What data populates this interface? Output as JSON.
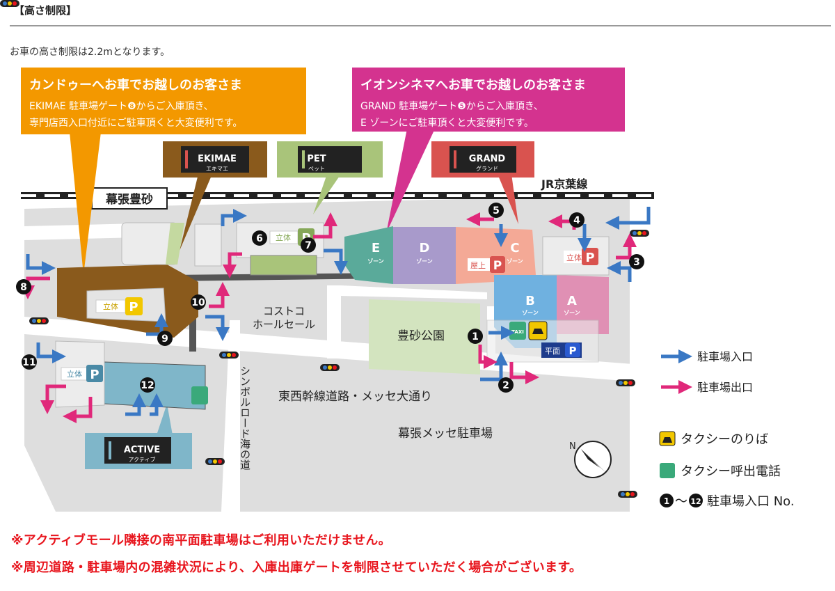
{
  "header": {
    "section_title": "【高さ制限】",
    "intro": "お車の高さ制限は2.2mとなります。"
  },
  "callouts": {
    "candoo": {
      "title": "カンドゥーへお車でお越しのお客さま",
      "line1": "EKIMAE 駐車場ゲート❽からご入庫頂き、",
      "line2": "専門店西入口付近にご駐車頂くと大変便利です。"
    },
    "cinema": {
      "title": "イオンシネマへお車でお越しのお客さま",
      "line1": "GRAND 駐車場ゲート❺からご入庫頂き、",
      "line2": "E ゾーンにご駐車頂くと大変便利です。"
    }
  },
  "mall_tags": {
    "ekimae": {
      "name": "EKIMAE",
      "kana": "エキマエ"
    },
    "pet": {
      "name": "PET",
      "kana": "ペット"
    },
    "grand": {
      "name": "GRAND",
      "kana": "グランド"
    },
    "active": {
      "name": "ACTIVE",
      "kana": "アクティブ"
    }
  },
  "rail": {
    "line": "JR京葉線",
    "station": "幕張豊砂"
  },
  "zones": [
    {
      "letter": "E",
      "sub": "ゾーン"
    },
    {
      "letter": "D",
      "sub": "ゾーン"
    },
    {
      "letter": "C",
      "sub": "ゾーン"
    },
    {
      "letter": "B",
      "sub": "ゾーン"
    },
    {
      "letter": "A",
      "sub": "ゾーン"
    }
  ],
  "parking_labels": {
    "tachi": "立体",
    "okujo": "屋上",
    "heimen": "平面",
    "p": "P"
  },
  "places": {
    "costco": [
      "コストコ",
      "ホールセール"
    ],
    "park": "豊砂公園",
    "road_east_west": "東西幹線道路・メッセ大通り",
    "road_symbol": "シンボルロード海の道",
    "messe_parking": "幕張メッセ駐車場",
    "compass_n": "N",
    "taxi_word": "TAXI"
  },
  "gates": [
    "1",
    "2",
    "3",
    "4",
    "5",
    "6",
    "7",
    "8",
    "9",
    "10",
    "11",
    "12"
  ],
  "legend": {
    "entrance": "駐車場入口",
    "exit": "駐車場出口",
    "taxi_stand": "タクシーのりば",
    "taxi_phone": "タクシー呼出電話",
    "gate_first": "1",
    "gate_last": "12",
    "gate_range_sep": "〜",
    "gate_no": "駐車場入口 No."
  },
  "colors": {
    "entrance": "#3a78c4",
    "exit": "#e0287a",
    "orange": "#f39800",
    "magenta": "#d4338f",
    "ekimae": "#8a5a1c",
    "pet": "#a9c47a",
    "grand": "#d9534f",
    "active": "#7fb6c9",
    "zoneE": "#5aaa9a",
    "zoneD": "#a89acb",
    "zoneC": "#f4a996",
    "zoneB": "#6fb1e0",
    "zoneA": "#e090b4",
    "note": "#e8161e"
  },
  "notes": [
    "※アクティブモール隣接の南平面駐車場はご利用いただけません。",
    "※周辺道路・駐車場内の混雑状況により、入庫出庫ゲートを制限させていただく場合がございます。"
  ]
}
